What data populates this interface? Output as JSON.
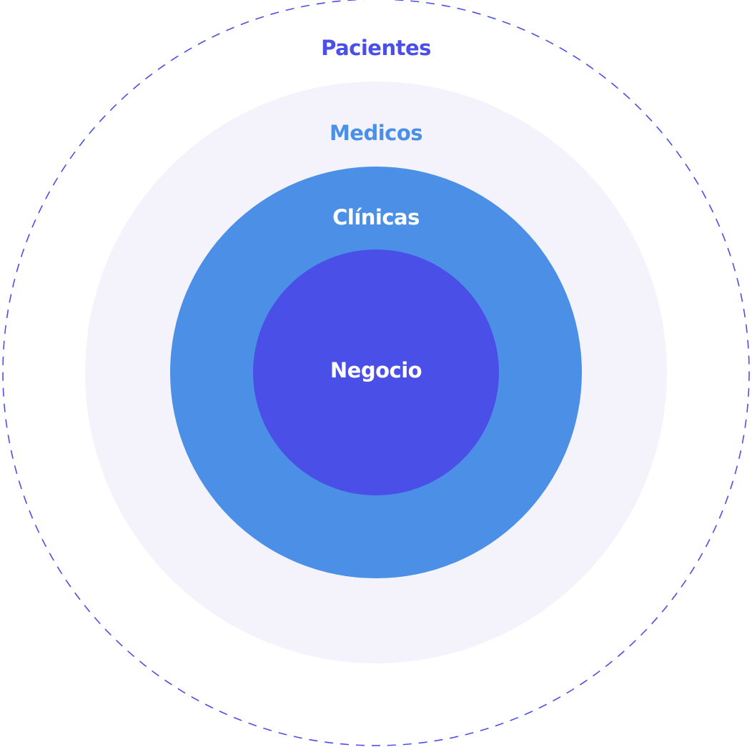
{
  "diagram": {
    "rings": [
      {
        "key": "pacientes",
        "label": "Pacientes",
        "fill": "none",
        "stroke": "#4a4fe8",
        "label_color": "#4a4fe8",
        "dashed": true
      },
      {
        "key": "medicos",
        "label": "Medicos",
        "fill": "#f4f3fc",
        "label_color": "#4b90e6"
      },
      {
        "key": "clinicas",
        "label": "Clínicas",
        "fill": "#4b90e6",
        "label_color": "#ffffff"
      },
      {
        "key": "negocio",
        "label": "Negocio",
        "fill": "#4a4fe8",
        "label_color": "#ffffff"
      }
    ]
  }
}
